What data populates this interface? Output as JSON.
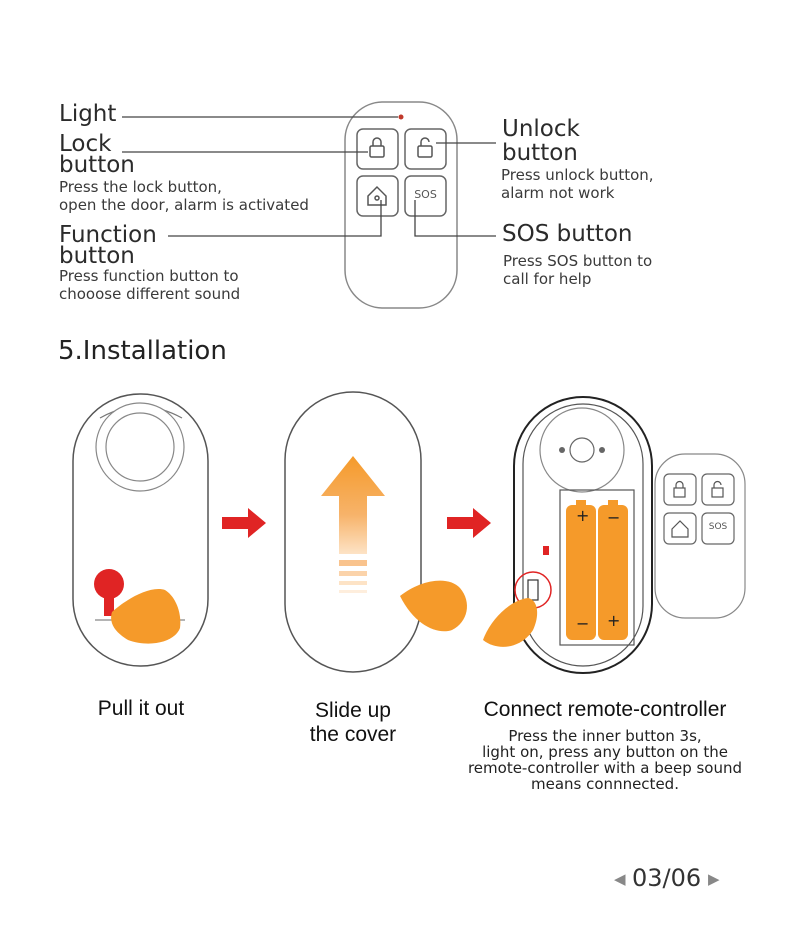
{
  "remote_labels": {
    "light": "Light",
    "lock_title_1": "Lock",
    "lock_title_2": "button",
    "lock_desc_1": "Press the lock button,",
    "lock_desc_2": "open the door, alarm is activated",
    "function_title_1": "Function",
    "function_title_2": "button",
    "function_desc_1": "Press function button to",
    "function_desc_2": "chooose different sound",
    "unlock_title_1": "Unlock",
    "unlock_title_2": "button",
    "unlock_desc_1": "Press unlock button,",
    "unlock_desc_2": "alarm not work",
    "sos_title": "SOS button",
    "sos_desc_1": "Press SOS button to",
    "sos_desc_2": "call for help",
    "sos_key": "SOS"
  },
  "installation": {
    "title": "5.Installation",
    "step1_caption": "Pull it out",
    "step2_caption_1": "Slide up",
    "step2_caption_2": "the cover",
    "step3_caption": "Connect remote-controller",
    "step3_desc_1": "Press the inner button 3s,",
    "step3_desc_2": "light on, press any button on the",
    "step3_desc_3": "remote-controller with a beep sound",
    "step3_desc_4": "means connnected.",
    "battery_plus": "+",
    "battery_minus": "−",
    "sos_key": "SOS"
  },
  "pagination": {
    "page": "03/06",
    "prev": "◀",
    "next": "▶"
  },
  "colors": {
    "accent_orange": "#f59a2a",
    "arrow_red": "#e02424",
    "outline": "#444444"
  }
}
